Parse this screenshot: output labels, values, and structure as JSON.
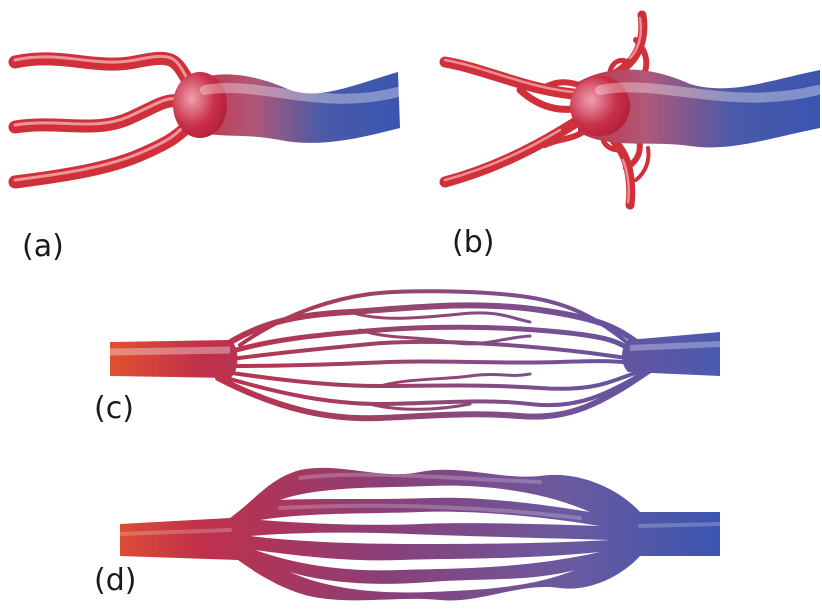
{
  "labels": {
    "a": "(a)",
    "b": "(b)",
    "c": "(c)",
    "d": "(d)"
  },
  "colors": {
    "arterial_red": "#d0303a",
    "arterial_highlight": "#f2a0a6",
    "venous_blue": "#3f56a8",
    "venous_highlight": "#8ea0d8",
    "mixed_purple": "#8a4f82",
    "background": "#ffffff"
  }
}
